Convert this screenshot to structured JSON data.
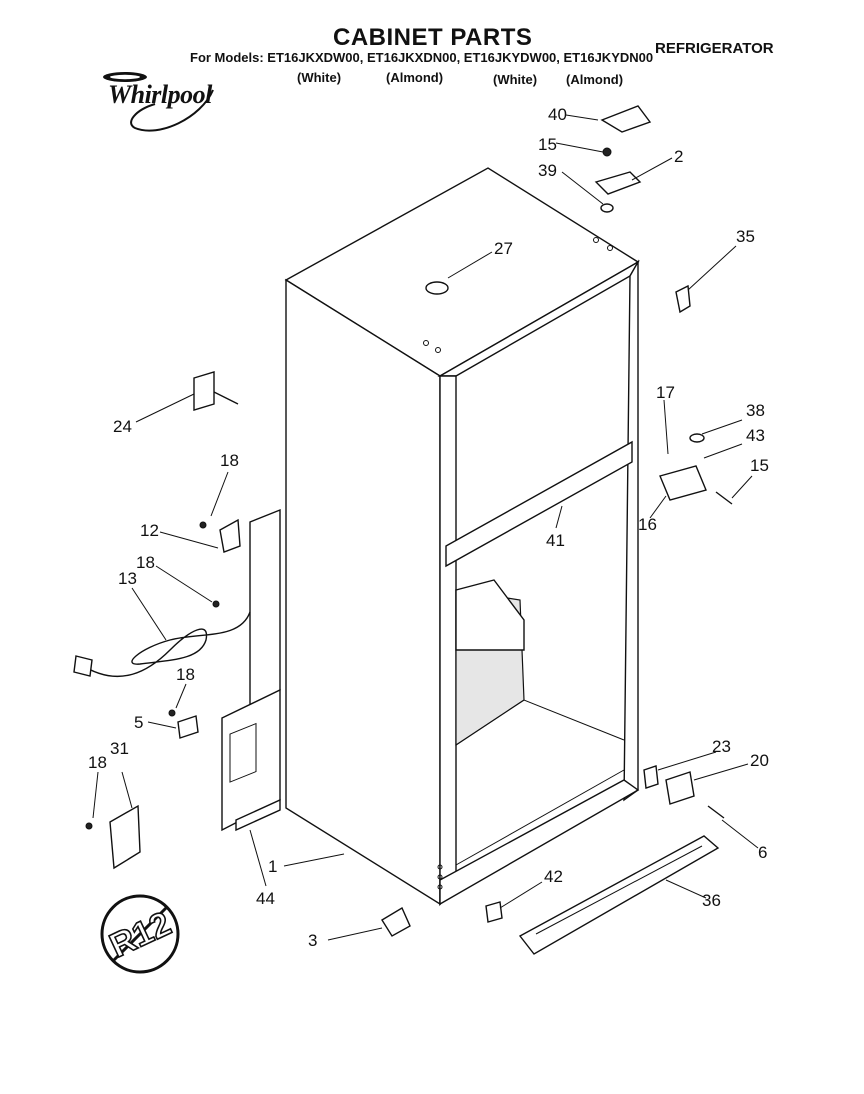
{
  "header": {
    "title": "CABINET PARTS",
    "appliance": "REFRIGERATOR",
    "models": "For Models: ET16JKXDW00, ET16JKXDN00, ET16JKYDW00, ET16JKYDN00",
    "variants": [
      "(White)",
      "(Almond)",
      "(White)",
      "(Almond)"
    ]
  },
  "brand": {
    "logo_text": "Whirlpool"
  },
  "symbol": {
    "text": "R12"
  },
  "callouts": [
    "40",
    "15",
    "2",
    "39",
    "27",
    "35",
    "24",
    "17",
    "38",
    "43",
    "15",
    "18",
    "12",
    "16",
    "41",
    "18",
    "13",
    "18",
    "5",
    "23",
    "20",
    "18",
    "31",
    "6",
    "1",
    "44",
    "42",
    "36",
    "3"
  ]
}
